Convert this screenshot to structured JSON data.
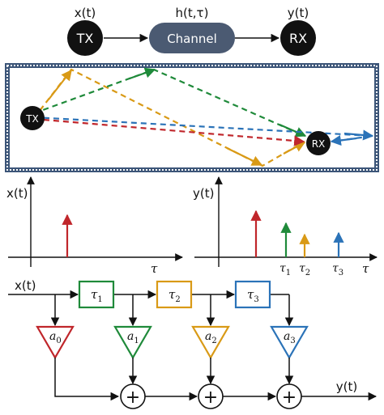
{
  "top": {
    "tx_label": "TX",
    "rx_label": "RX",
    "channel_label": "Channel",
    "input_signal": "x(t)",
    "impulse_response": "h(t,τ)",
    "output_signal": "y(t)"
  },
  "room": {
    "tx_label": "TX",
    "rx_label": "RX"
  },
  "plots": {
    "left_ylabel": "x(t)",
    "left_xlabel": "τ",
    "right_ylabel": "y(t)",
    "right_xlabel": "τ",
    "tau1": "τ",
    "tau1_sub": "1",
    "tau2": "τ",
    "tau2_sub": "2",
    "tau3": "τ",
    "tau3_sub": "3"
  },
  "tdl": {
    "input": "x(t)",
    "output": "y(t)",
    "delays": [
      {
        "sym": "τ",
        "sub": "1"
      },
      {
        "sym": "τ",
        "sub": "2"
      },
      {
        "sym": "τ",
        "sub": "3"
      }
    ],
    "gains": [
      {
        "sym": "a",
        "sub": "0"
      },
      {
        "sym": "a",
        "sub": "1"
      },
      {
        "sym": "a",
        "sub": "2"
      },
      {
        "sym": "a",
        "sub": "3"
      }
    ],
    "adder_symbol": "+"
  },
  "colors": {
    "red": "#c0262b",
    "green": "#1f8a3a",
    "orange": "#d99a16",
    "blue": "#2b73b8",
    "node": "#111111",
    "channel": "#4b5a72",
    "room_border": "#3c5578"
  }
}
